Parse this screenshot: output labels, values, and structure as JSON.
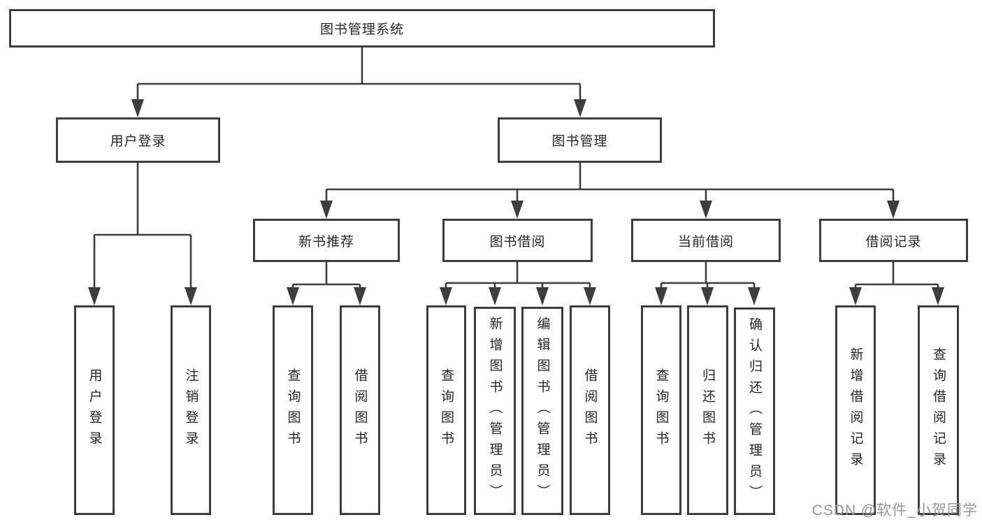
{
  "tree": {
    "root": "图书管理系统",
    "branches": [
      {
        "label": "用户登录",
        "children": [
          "用户登录",
          "注销登录"
        ]
      },
      {
        "label": "图书管理",
        "children": [
          {
            "label": "新书推荐",
            "children": [
              "查询图书",
              "借阅图书"
            ]
          },
          {
            "label": "图书借阅",
            "children": [
              "查询图书",
              "新增图书（管理员）",
              "编辑图书（管理员）",
              "借阅图书"
            ]
          },
          {
            "label": "当前借阅",
            "children": [
              "查询图书",
              "归还图书",
              "确认归还（管理员）"
            ]
          },
          {
            "label": "借阅记录",
            "children": [
              "新增借阅记录",
              "查询借阅记录"
            ]
          }
        ]
      }
    ]
  },
  "watermark": "CSDN @软件_小贺同学",
  "colors": {
    "line": "#3d3d3d",
    "text": "#262626",
    "watermark": "#96969b"
  }
}
